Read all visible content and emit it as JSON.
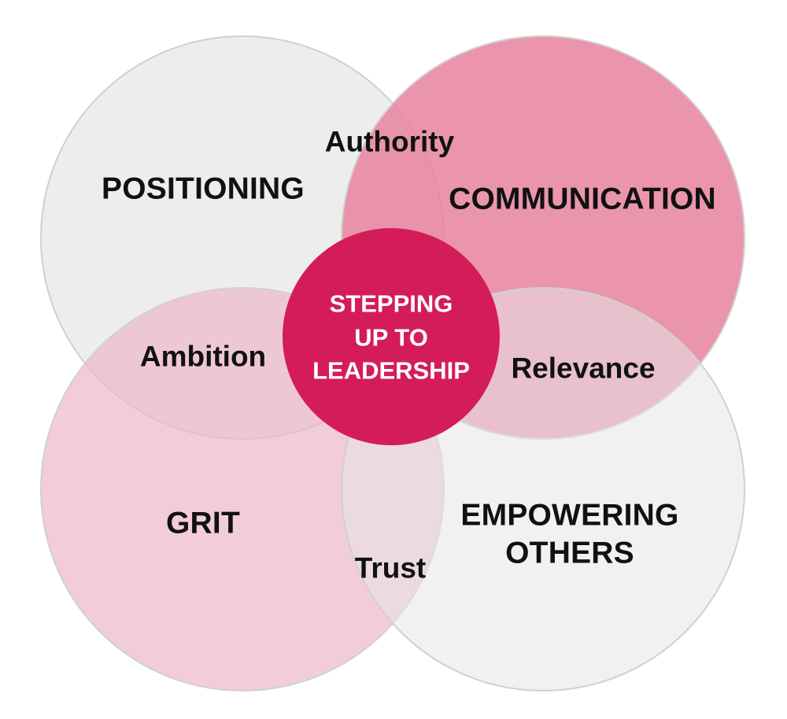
{
  "diagram": {
    "circles": [
      {
        "label": "POSITIONING",
        "fill": "#e6e6e6"
      },
      {
        "label": "COMMUNICATION",
        "fill": "#e8829f"
      },
      {
        "label": "GRIT",
        "fill": "#ecb8c8"
      },
      {
        "label": "EMPOWERING OTHERS",
        "lines": [
          "EMPOWERING",
          "OTHERS"
        ],
        "fill": "#e6e6e6"
      }
    ],
    "overlaps": {
      "authority": "Authority",
      "ambition": "Ambition",
      "relevance": "Relevance",
      "trust": "Trust"
    },
    "center": {
      "lines": [
        "STEPPING",
        "UP TO",
        "LEADERSHIP"
      ],
      "fill": "#d41c5a",
      "text_color": "#ffffff"
    }
  }
}
